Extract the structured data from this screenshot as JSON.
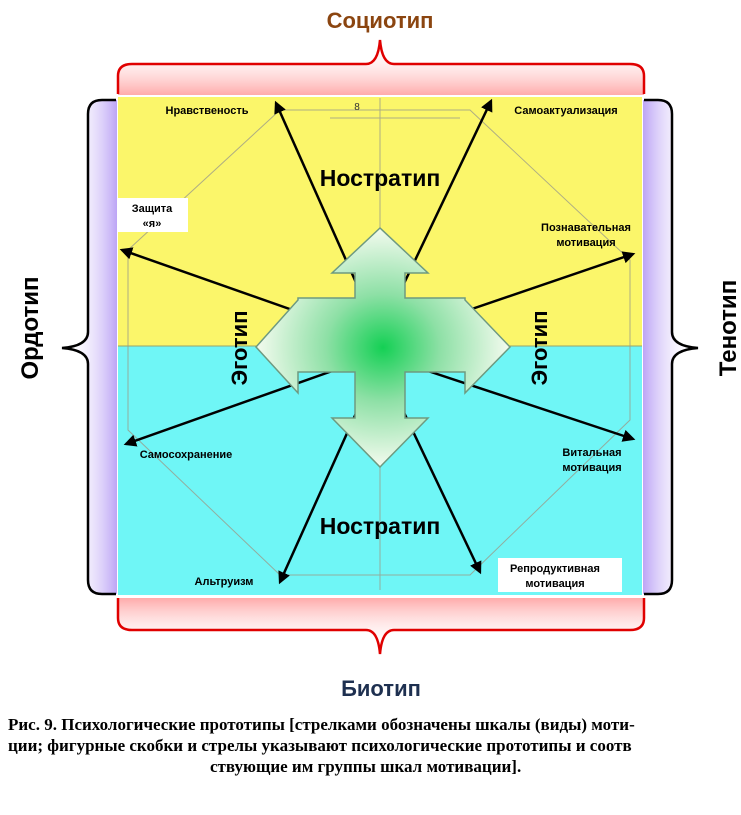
{
  "prototypes": {
    "top": "Социотип",
    "bottom": "Биотип",
    "left": "Ордотип",
    "right": "Тенотип",
    "nostratip_top": "Нострaтип",
    "nostratip_bottom": "Нострaтип",
    "egotip_left": "Эготип",
    "egotip_right": "Эготип"
  },
  "motivations": {
    "nravstvennost": "Нравственость",
    "samoaktualizatsiya": "Самоактуализация",
    "zashchita_line1": "Защита",
    "zashchita_line2": "«я»",
    "poznavatelnaya_line1": "Познавательная",
    "poznavatelnaya_line2": "мотивация",
    "samosokhranenie": "Самосохранение",
    "vitalnaya_line1": "Витальная",
    "vitalnaya_line2": "мотивация",
    "altruizm": "Альтруизм",
    "reproduktivnaya_line1": "Репродуктивная",
    "reproduktivnaya_line2": "мотивация"
  },
  "scale_mark": "8",
  "caption": {
    "line1": "Рис. 9. Психологические прототипы [стрелками обозначены шкалы (виды) моти-",
    "line2": "ции; фигурные скобки и стрелы указывают психологические прототипы и соотв",
    "line3": "ствующие им группы шкал мотивации]."
  },
  "colors": {
    "upper_fill": "#fbf66a",
    "lower_fill": "#6ff6f6",
    "top_bottom_brace": "#e00000",
    "side_brace": "#000000",
    "side_glow": "#b9a0f5",
    "sociotip_text": "#8b4510",
    "biotip_text": "#1e3050",
    "cross_center": "#1bd65a",
    "cross_edge": "#f4fbef"
  }
}
